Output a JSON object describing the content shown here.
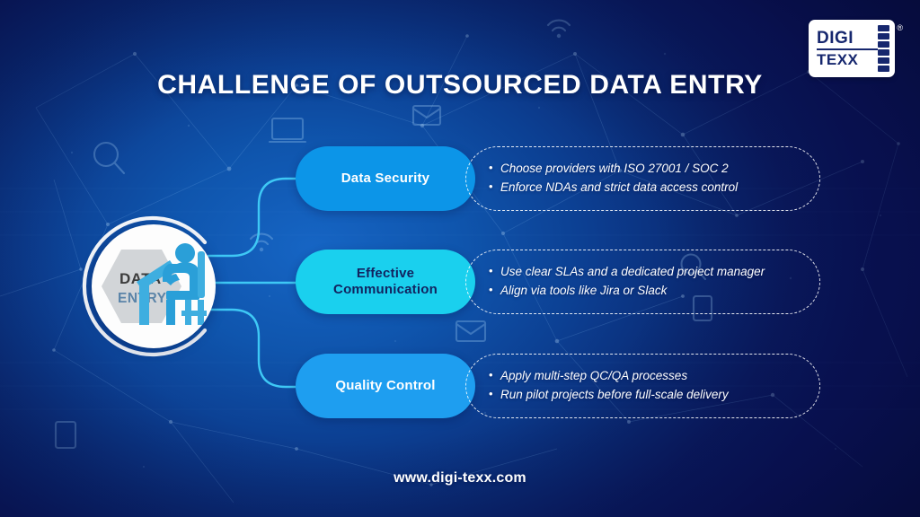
{
  "brand": {
    "logo_line1": "DIGI",
    "logo_line2": "TEXX",
    "registered_mark": "®"
  },
  "header": {
    "title": "CHALLENGE OF OUTSOURCED DATA ENTRY"
  },
  "hub": {
    "badge_line1": "DATA",
    "badge_line2": "ENTRY",
    "icon": "person-at-desk-data-entry-icon"
  },
  "rows": [
    {
      "label": "Data Security",
      "pill_color": "#0c95e8",
      "pill_text_color": "#ffffff",
      "bullets": [
        "Choose providers with ISO 27001 / SOC 2",
        "Enforce NDAs and strict data access control"
      ]
    },
    {
      "label": "Effective\nCommunication",
      "label_line1": "Effective",
      "label_line2": "Communication",
      "pill_color": "#1ad0ee",
      "pill_text_color": "#12235f",
      "bullets": [
        "Use clear SLAs and a dedicated project manager",
        "Align via tools like Jira or Slack"
      ]
    },
    {
      "label": "Quality Control",
      "pill_color": "#1e9ef0",
      "pill_text_color": "#ffffff",
      "bullets": [
        "Apply multi-step QC/QA processes",
        "Run pilot projects before full-scale delivery"
      ]
    }
  ],
  "footer": {
    "website": "www.digi-texx.com"
  },
  "theme": {
    "bg_dark": "#0a1258",
    "bg_mid": "#0c3f92",
    "bg_light": "#1665c4",
    "cyan": "#1ad0ee",
    "blue": "#0c95e8",
    "navy_text": "#16276e",
    "white": "#ffffff"
  },
  "decorations": [
    "network-constellation",
    "wifi-icon",
    "envelope-icon",
    "laptop-icon",
    "magnifier-icon",
    "document-icon"
  ]
}
